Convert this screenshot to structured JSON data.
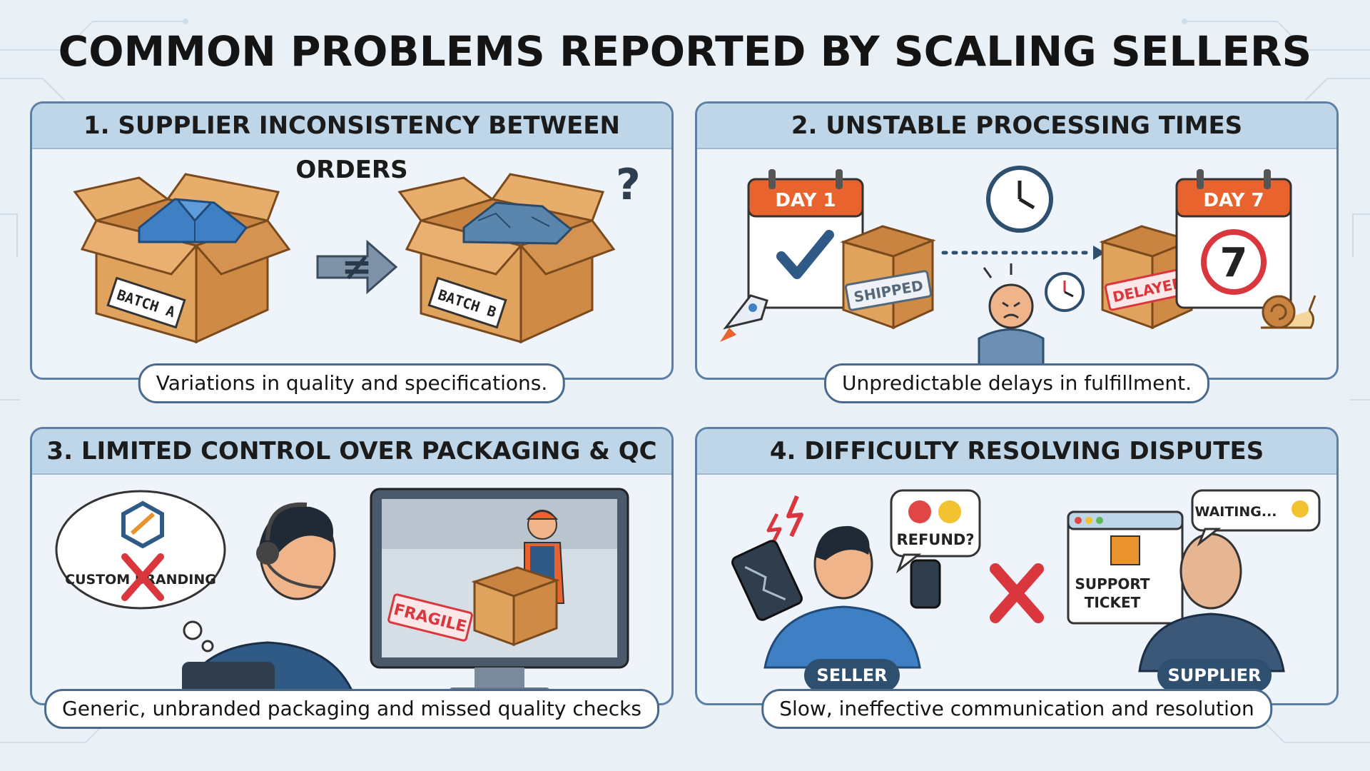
{
  "title": "COMMON PROBLEMS REPORTED BY SCALING SELLERS",
  "colors": {
    "background": "#e9f1f7",
    "panel_border": "#5d7fa3",
    "panel_header": "#bfd5e8",
    "box": "#d99a55",
    "shirt": "#3f7fc4",
    "calendar_red": "#e8632d",
    "stamp_red": "#d9363e",
    "label_dark": "#2f4f6f"
  },
  "panels": [
    {
      "heading": "1. SUPPLIER INCONSISTENCY BETWEEN ORDERS",
      "caption": "Variations in quality and specifications.",
      "labels": {
        "batch_a": "BATCH A",
        "batch_b": "BATCH B",
        "question": "?",
        "not_equal": "≠"
      },
      "icons": [
        "box-icon",
        "shirt-icon",
        "not-equal-arrow-icon",
        "question-icon"
      ]
    },
    {
      "heading": "2. UNSTABLE PROCESSING TIMES",
      "caption": "Unpredictable delays in fulfillment.",
      "labels": {
        "day1": "DAY 1",
        "day7": "DAY 7",
        "seven": "7",
        "shipped": "SHIPPED",
        "delayed": "DELAYED"
      },
      "icons": [
        "calendar-icon",
        "checkmark-icon",
        "rocket-icon",
        "clock-icon",
        "stressed-person-icon",
        "snail-icon"
      ]
    },
    {
      "heading": "3. LIMITED CONTROL OVER PACKAGING & QC",
      "caption": "Generic, unbranded packaging and missed quality checks",
      "labels": {
        "custom_branding": "CUSTOM BRANDING",
        "fragile": "FRAGILE"
      },
      "icons": [
        "thought-cloud-icon",
        "brand-logo-icon",
        "x-mark-icon",
        "headset-person-icon",
        "monitor-icon",
        "warehouse-worker-icon"
      ]
    },
    {
      "heading": "4. DIFFICULTY RESOLVING DISPUTES",
      "caption": "Slow, ineffective communication and resolution",
      "labels": {
        "refund": "REFUND?",
        "support_ticket_1": "SUPPORT",
        "support_ticket_2": "TICKET",
        "waiting": "WAITING...",
        "seller": "SELLER",
        "supplier": "SUPPLIER"
      },
      "icons": [
        "angry-emoji-icon",
        "broken-phone-icon",
        "seller-icon",
        "x-mark-icon",
        "browser-ticket-icon",
        "supplier-icon",
        "shrug-icon"
      ]
    }
  ]
}
